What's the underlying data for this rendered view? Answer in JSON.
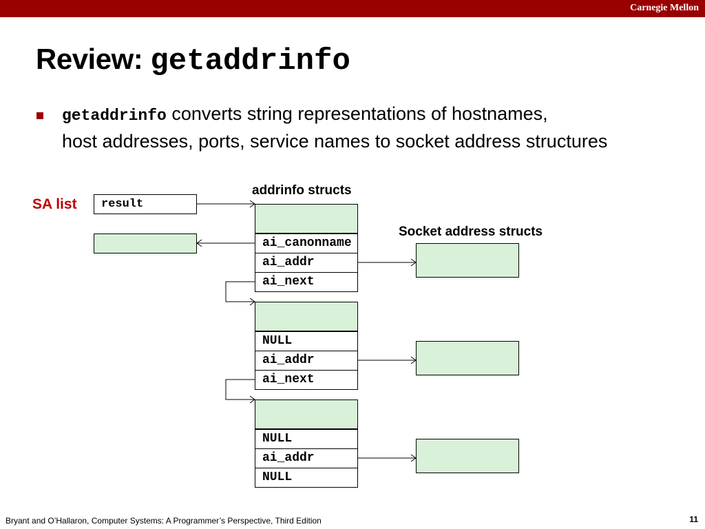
{
  "header": {
    "brand": "Carnegie Mellon",
    "accent_color": "#990000"
  },
  "slide": {
    "title_prefix": "Review: ",
    "title_code": "getaddrinfo",
    "bullet": {
      "code": "getaddrinfo",
      "text_1": " converts string representations of hostnames,",
      "text_2": "host addresses, ports, service names to socket address structures"
    }
  },
  "diagram": {
    "sa_list_label": "SA list",
    "sa_list_color": "#c00000",
    "result_label": "result",
    "addrinfo_label": "addrinfo structs",
    "sockaddr_label": "Socket address structs",
    "fill_color": "#d9f1d9",
    "nodes": [
      {
        "canonname": "ai_canonname",
        "addr": "ai_addr",
        "next": "ai_next"
      },
      {
        "canonname": "NULL",
        "addr": "ai_addr",
        "next": "ai_next"
      },
      {
        "canonname": "NULL",
        "addr": "ai_addr",
        "next": "NULL"
      }
    ]
  },
  "footer": {
    "citation": "Bryant and O’Hallaron, Computer Systems: A Programmer’s Perspective, Third Edition",
    "page_number": "11"
  }
}
